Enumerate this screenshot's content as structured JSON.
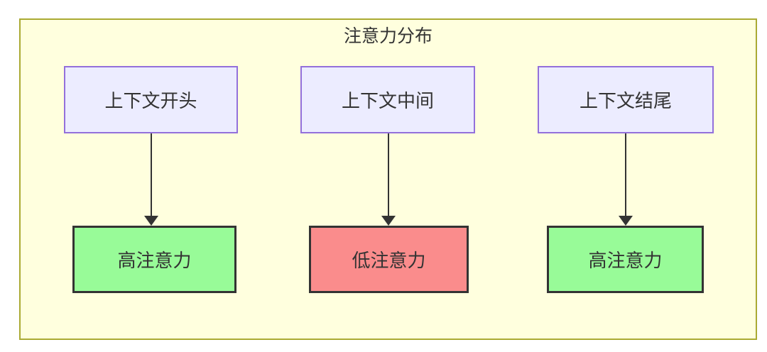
{
  "diagram": {
    "title": "注意力分布",
    "top_nodes": [
      {
        "label": "上下文开头"
      },
      {
        "label": "上下文中间"
      },
      {
        "label": "上下文结尾"
      }
    ],
    "bottom_nodes": [
      {
        "label": "高注意力",
        "level": "high"
      },
      {
        "label": "低注意力",
        "level": "low"
      },
      {
        "label": "高注意力",
        "level": "high"
      }
    ],
    "edges": [
      {
        "from": "上下文开头",
        "to": "高注意力"
      },
      {
        "from": "上下文中间",
        "to": "低注意力"
      },
      {
        "from": "上下文结尾",
        "to": "高注意力"
      }
    ],
    "colors": {
      "frame_bg": "#ffffde",
      "frame_border": "#aaaa33",
      "top_node_bg": "#ececff",
      "top_node_border": "#9370db",
      "high_bg": "#98fb98",
      "low_bg": "#fa8c8c",
      "dark_border": "#333333",
      "arrow": "#333333",
      "text": "#333333"
    }
  }
}
